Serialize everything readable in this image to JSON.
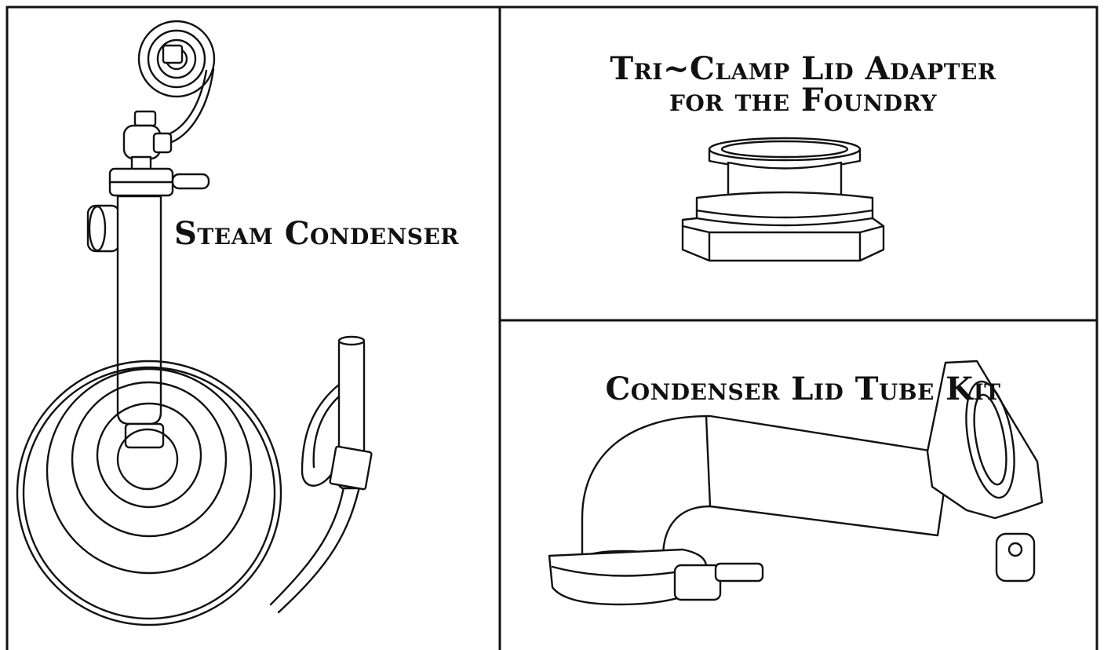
{
  "labels": {
    "steam_condenser": "Steam Condenser",
    "tri_clamp_line1": "Tri~Clamp Lid Adapter",
    "tri_clamp_line2": "for the Foundry",
    "condenser_tube_kit": "Condenser Lid Tube Kit"
  },
  "colors": {
    "line": "#111111",
    "background": "#ffffff"
  },
  "icons": {
    "steam_condenser": "steam-condenser-illustration",
    "tri_clamp_adapter": "tri-clamp-adapter-illustration",
    "tube_kit": "condenser-tube-kit-illustration"
  }
}
